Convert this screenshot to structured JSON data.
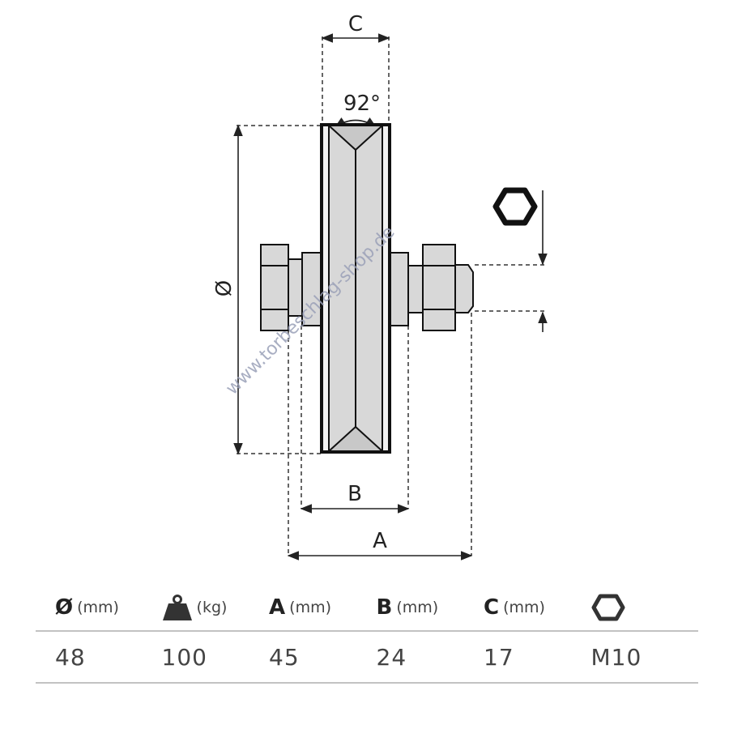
{
  "diagram": {
    "labels": {
      "c": "C",
      "angle": "92°",
      "diameter": "Ø",
      "b": "B",
      "a": "A"
    },
    "watermark": "www.torbeschlag-shop.de"
  },
  "specs": {
    "headers": [
      {
        "key": "Ø",
        "unit": "(mm)",
        "icon": ""
      },
      {
        "key": "",
        "unit": "(kg)",
        "icon": "weight-icon"
      },
      {
        "key": "A",
        "unit": "(mm)",
        "icon": ""
      },
      {
        "key": "B",
        "unit": "(mm)",
        "icon": ""
      },
      {
        "key": "C",
        "unit": "(mm)",
        "icon": ""
      },
      {
        "key": "",
        "unit": "",
        "icon": "hex-nut-icon"
      }
    ],
    "values": [
      "48",
      "100",
      "45",
      "24",
      "17",
      "M10"
    ]
  }
}
